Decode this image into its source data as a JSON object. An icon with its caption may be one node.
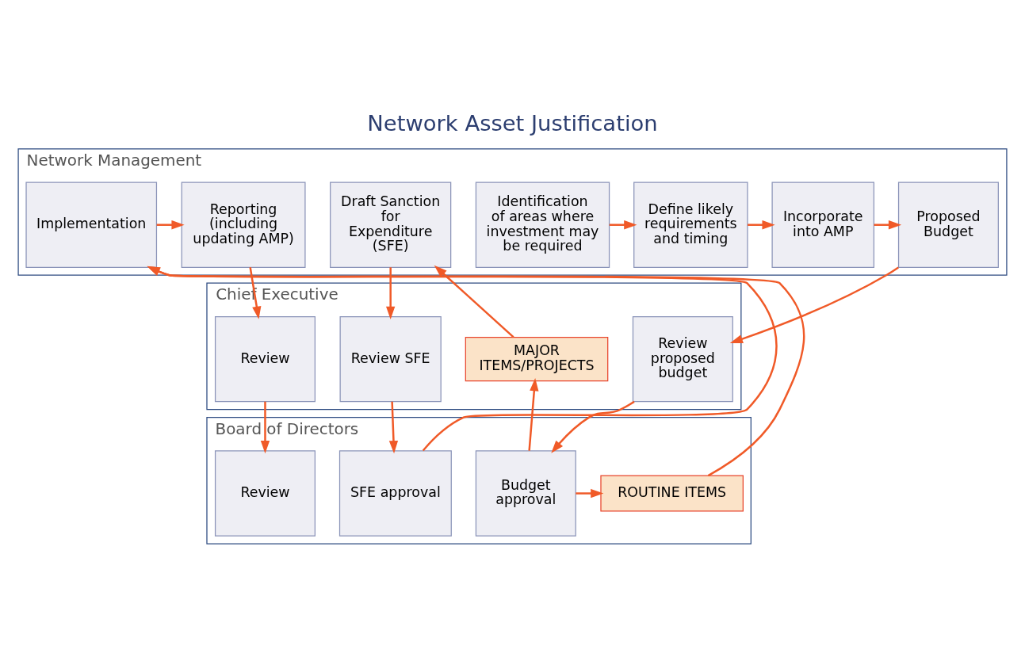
{
  "diagram": {
    "title": "Network Asset Justification",
    "nodes": [
      {
        "text": [
          "Network Management"
        ]
      },
      {
        "text": [
          "Identification of areas where investment may be required"
        ],
        "in": 0
      },
      {
        "text": [
          "Define likely requirements and timing"
        ],
        "in": 0
      },
      {
        "text": [
          "Incorporate into AMP"
        ],
        "in": 0
      },
      {
        "text": [
          "Proposed Budget"
        ],
        "in": 0
      },
      {
        "text": [
          "Draft Sanction for Expenditure (SFE)"
        ],
        "in": 0
      },
      {
        "text": [
          "Implementation"
        ],
        "in": 0
      },
      {
        "text": [
          "Reporting (including updating AMP)"
        ],
        "in": 0
      },
      {
        "text": [
          "Chief Executive"
        ]
      },
      {
        "text": [
          "Review proposed budget"
        ],
        "in": 8
      },
      {
        "text": [
          "MAJOR ITEMS/PROJECTS"
        ],
        "in": 8
      },
      {
        "text": [
          "Review SFE"
        ],
        "in": 8
      },
      {
        "text": [
          "Review"
        ],
        "in": 8
      },
      {
        "text": [
          "Board of Directors"
        ]
      },
      {
        "text": [
          "Budget approval"
        ],
        "in": 13
      },
      {
        "text": [
          "SFE approval"
        ],
        "in": 13
      },
      {
        "text": [
          "Review"
        ],
        "in": 13
      },
      {
        "text": [
          "ROUTINE ITEMS"
        ],
        "in": 13
      }
    ],
    "edges": [
      {
        "from": 1,
        "to": 2,
        "arrow": "to"
      },
      {
        "from": 2,
        "to": 3,
        "arrow": "to"
      },
      {
        "from": 3,
        "to": 4,
        "arrow": "to"
      },
      {
        "from": 4,
        "to": 9,
        "arrow": "to"
      },
      {
        "from": 9,
        "to": 14,
        "arrow": "to"
      },
      {
        "from": 14,
        "to": 10,
        "arrow": "to"
      },
      {
        "from": 10,
        "to": 5,
        "arrow": "to"
      },
      {
        "from": 5,
        "to": 11,
        "arrow": "to"
      },
      {
        "from": 11,
        "to": 15,
        "arrow": "to"
      },
      {
        "from": 14,
        "to": 17,
        "arrow": "to"
      },
      {
        "from": 15,
        "to": 6,
        "arrow": "to"
      },
      {
        "from": 17,
        "to": 6,
        "arrow": "to"
      },
      {
        "from": 6,
        "to": 7,
        "arrow": "to"
      },
      {
        "from": 7,
        "to": 12,
        "arrow": "to"
      },
      {
        "from": 12,
        "to": 16,
        "arrow": "to"
      }
    ]
  }
}
